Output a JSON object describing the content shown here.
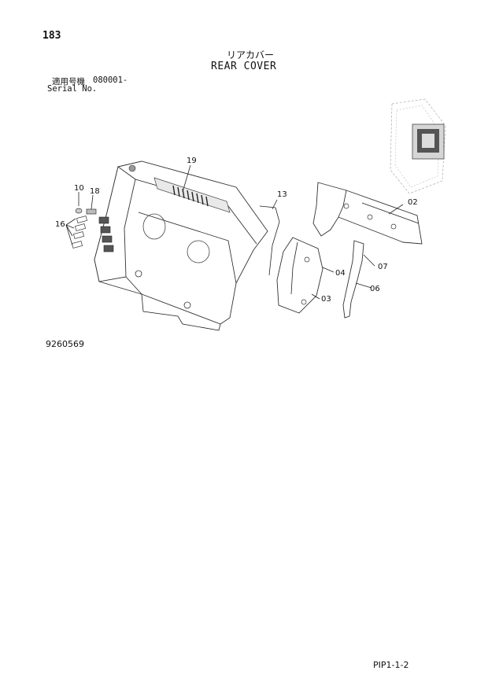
{
  "header": {
    "page_number": "183",
    "title_jp": "リアカバー",
    "title_en": "REAR COVER",
    "serial_label_jp": "適用号機",
    "serial_value": "080001-",
    "serial_label_en": "Serial No."
  },
  "diagram": {
    "callouts": [
      "19",
      "10",
      "18",
      "16",
      "13",
      "02",
      "07",
      "04",
      "06",
      "03"
    ]
  },
  "footer": {
    "drawing_number": "9260569",
    "page_code": "PIP1-1-2"
  }
}
